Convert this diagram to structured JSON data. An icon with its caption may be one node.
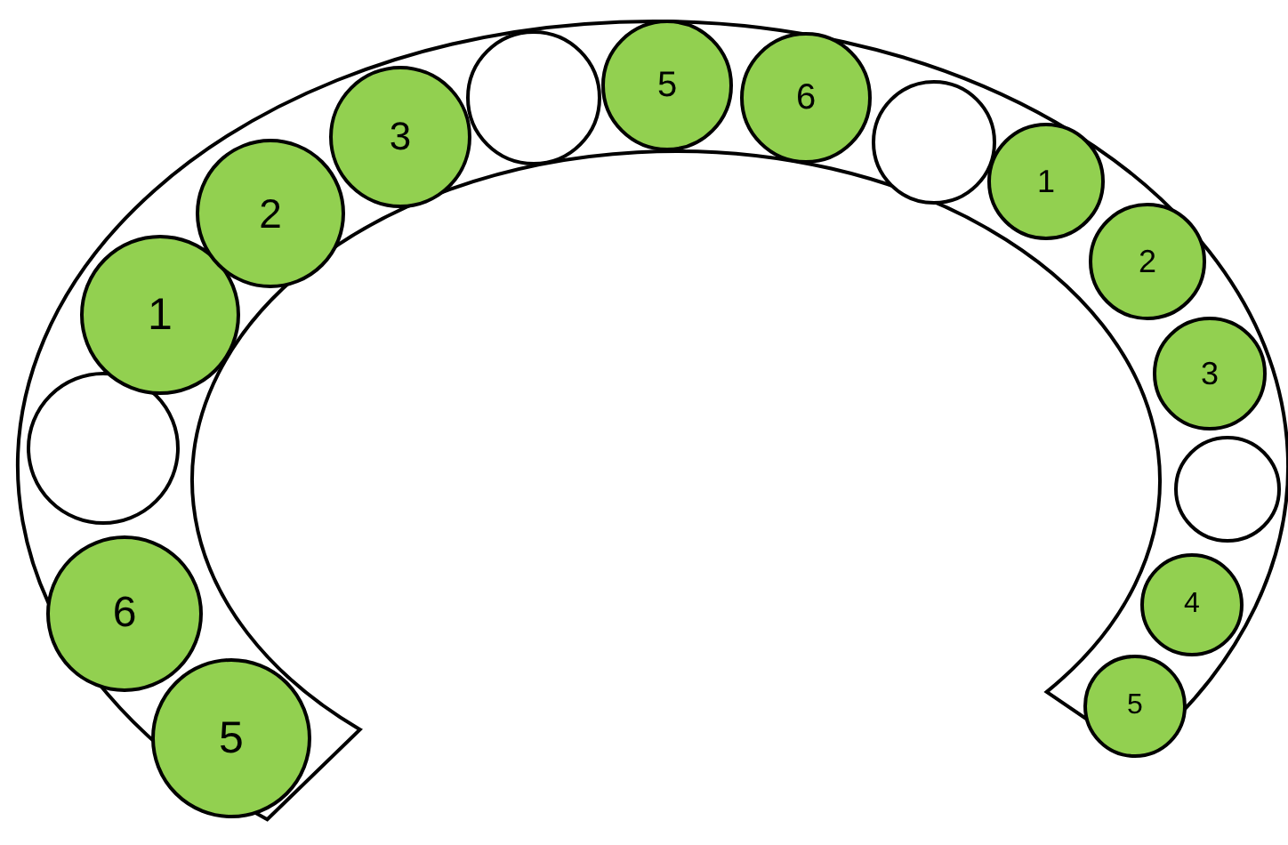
{
  "diagram": {
    "nodes": [
      {
        "text": [
          "5"
        ]
      },
      {
        "text": [
          "6"
        ]
      },
      {
        "text": [],
        "shape": "circle"
      },
      {
        "text": [
          "1"
        ]
      },
      {
        "text": [
          "2"
        ]
      },
      {
        "text": [
          "3"
        ]
      },
      {
        "text": [],
        "shape": "circle"
      },
      {
        "text": [
          "5"
        ]
      },
      {
        "text": [
          "6"
        ]
      },
      {
        "text": [],
        "shape": "circle"
      },
      {
        "text": [
          "1"
        ]
      },
      {
        "text": [
          "2"
        ]
      },
      {
        "text": [
          "3"
        ]
      },
      {
        "text": [],
        "shape": "circle"
      },
      {
        "text": [
          "4"
        ]
      },
      {
        "text": [
          "5"
        ]
      }
    ]
  }
}
